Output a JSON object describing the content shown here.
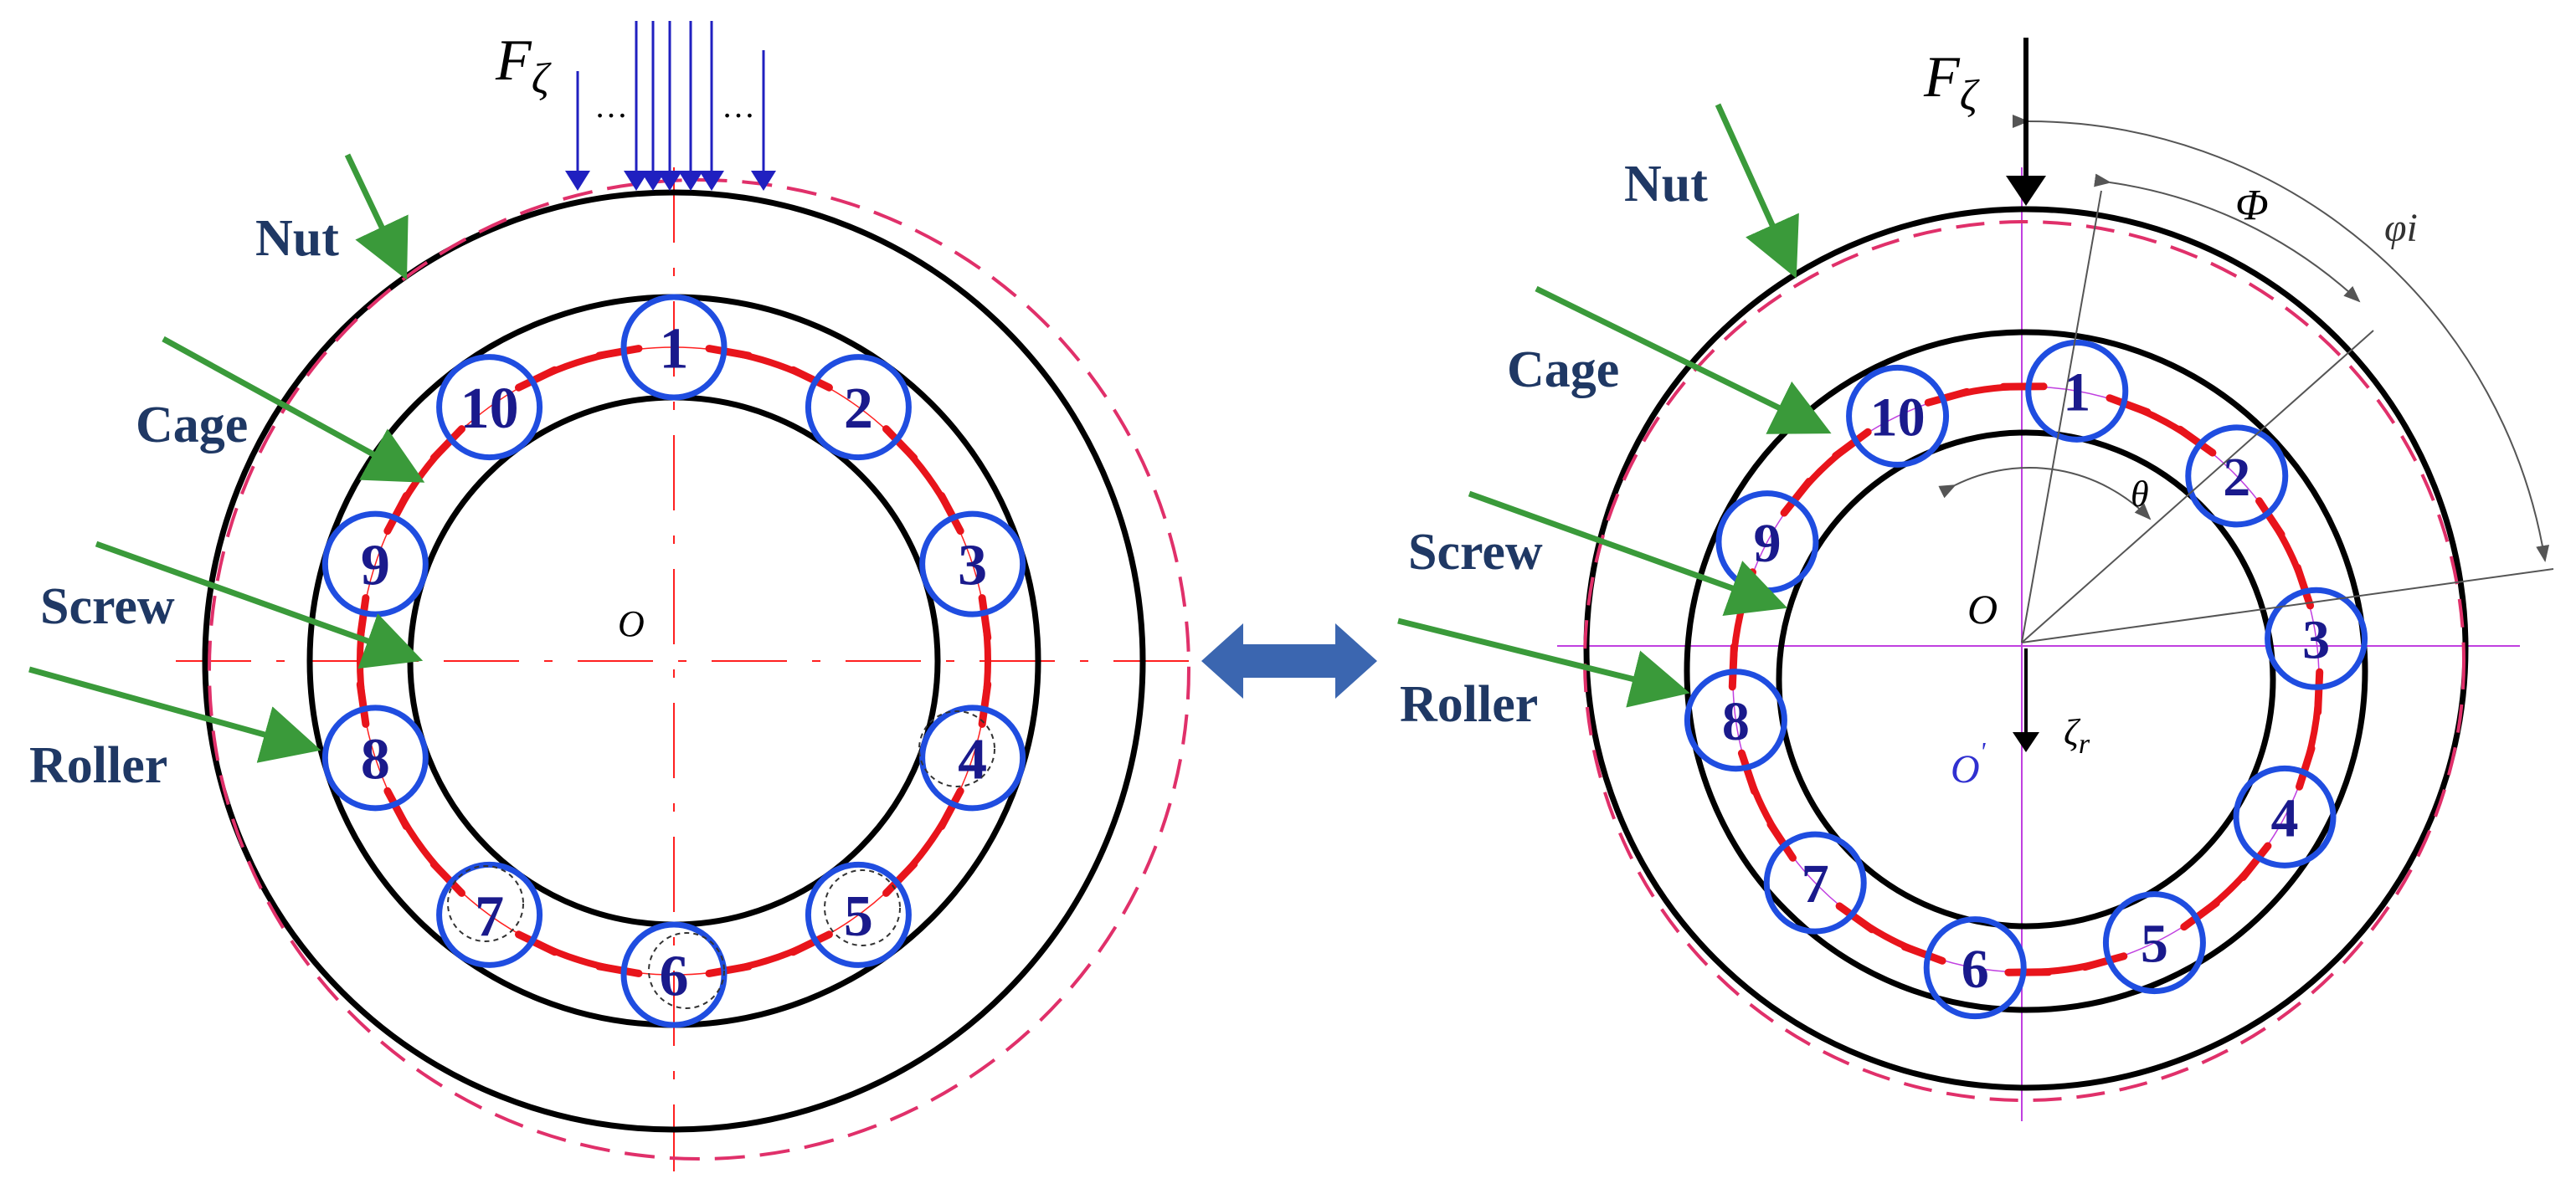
{
  "labels": {
    "nut": "Nut",
    "cage": "Cage",
    "screw": "Screw",
    "roller": "Roller"
  },
  "symbols": {
    "force": "F",
    "force_sub": "ζ",
    "dots": "…",
    "origin": "O",
    "origin_shifted": "O",
    "prime": "'",
    "zeta": "ζ",
    "zeta_sub": "r",
    "theta": "θ",
    "phi_big": "Φ",
    "phi_i": "φi"
  },
  "rollers": [
    "1",
    "2",
    "3",
    "4",
    "5",
    "6",
    "7",
    "8",
    "9",
    "10"
  ],
  "colors": {
    "ring": "#000000",
    "dashed_circle": "#e0306a",
    "cage": "#e8141b",
    "roller": "#1f4de0",
    "centerline_left": "#ff2020",
    "centerline_right": "#c040e0",
    "arrow": "#3a9a3a",
    "force_arrow_left": "#2020c0",
    "double_arrow": "#3b66b0",
    "label": "#1f3864",
    "number": "#1a1a8c"
  }
}
